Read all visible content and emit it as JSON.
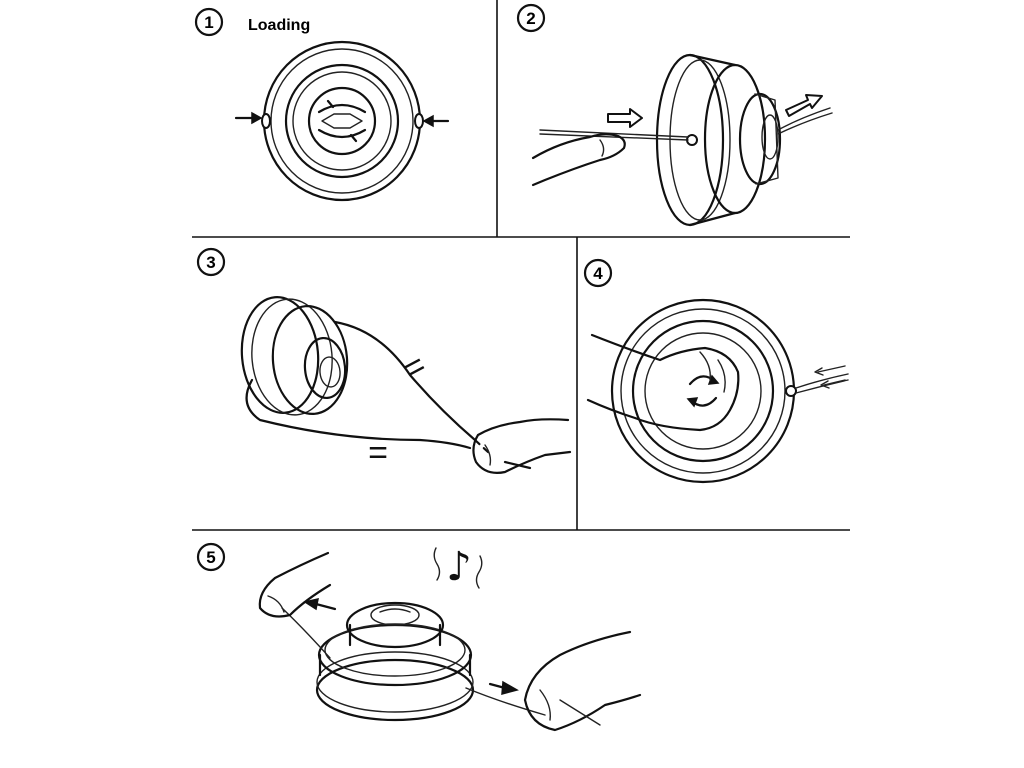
{
  "steps": [
    {
      "number": "1",
      "title": "Loading"
    },
    {
      "number": "2"
    },
    {
      "number": "3"
    },
    {
      "number": "4"
    },
    {
      "number": "5"
    }
  ],
  "symbols": {
    "equal_marks": "=",
    "music_note": "♪"
  }
}
